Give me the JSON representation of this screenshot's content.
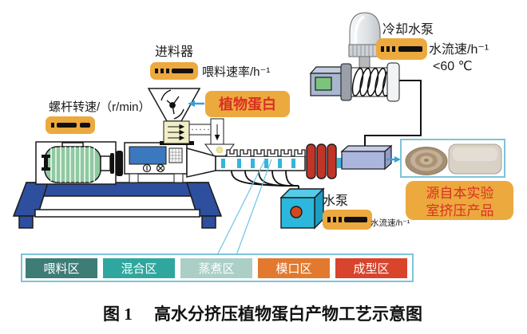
{
  "caption": {
    "prefix": "图 1",
    "title": "高水分挤压植物蛋白产物工艺示意图"
  },
  "annotations": {
    "feeder": "进料器",
    "feed_rate": "喂料速率/h⁻¹",
    "screw_speed": "螺杆转速/（r/min）",
    "plant_protein": "植物蛋白",
    "cooling_pump": "冷却水泵",
    "cooling_water_flow": "水流速/h⁻¹",
    "cooling_temp": "<60 ℃",
    "water_pump": "水泵",
    "water_flow": "水流速/h⁻¹",
    "product_source_line1": "源自本实验",
    "product_source_line2": "室挤压产品"
  },
  "zones": [
    {
      "label": "喂料区",
      "color": "#3E7C76"
    },
    {
      "label": "混合区",
      "color": "#2FA79E"
    },
    {
      "label": "蒸煮区",
      "color": "#ABCFC7"
    },
    {
      "label": "模口区",
      "color": "#E2792E"
    },
    {
      "label": "成型区",
      "color": "#D8442C"
    }
  ],
  "colors": {
    "label_pill": "#ECA93E",
    "red_text": "#D93025",
    "arrow_blue": "#3A9FD6",
    "box_border_blue": "#7EC3D9",
    "stand_blue": "#2E4F9D",
    "motor_green": "#8FC9A0",
    "barrel_port_cyan": "#35B5D9",
    "die_red": "#C13529",
    "cooling_die_lavender": "#ACB5DC",
    "pump_cyan": "#2CB8DC",
    "pointer_line_blue": "#6CC5E2"
  }
}
